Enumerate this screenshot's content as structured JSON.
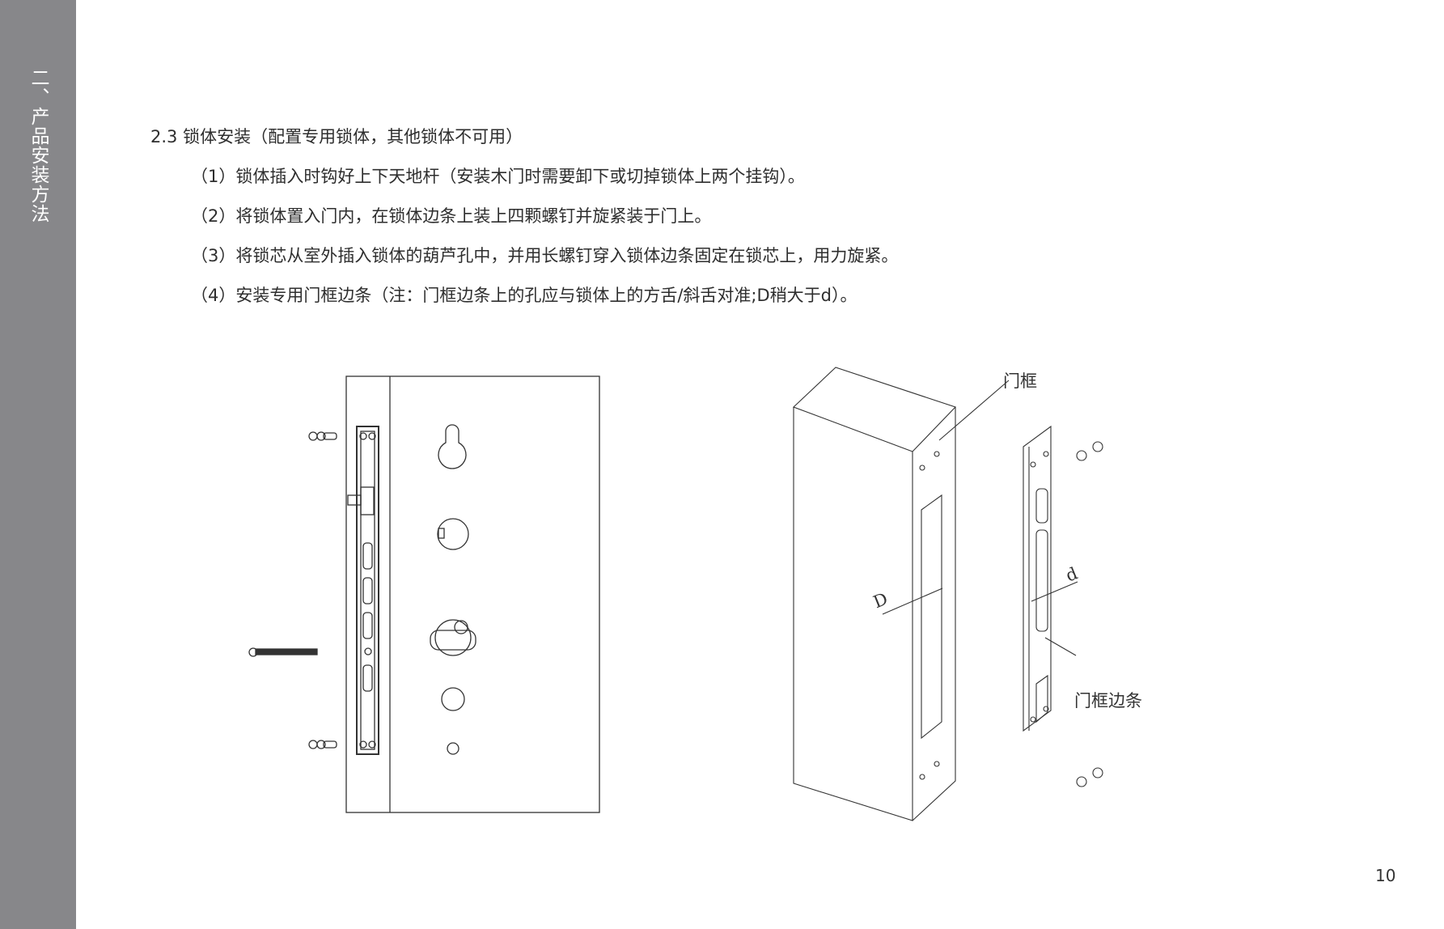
{
  "sidebar": {
    "title": "二、产品安装方法"
  },
  "section": {
    "heading": "2.3 锁体安装（配置专用锁体，其他锁体不可用）",
    "steps": [
      "（1）锁体插入时钩好上下天地杆（安装木门时需要卸下或切掉锁体上两个挂钩）。",
      "（2）将锁体置入门内，在锁体边条上装上四颗螺钉并旋紧装于门上。",
      "（3）将锁芯从室外插入锁体的葫芦孔中，并用长螺钉穿入锁体边条固定在锁芯上，用力旋紧。",
      "（4）安装专用门框边条（注：门框边条上的孔应与锁体上的方舌/斜舌对准;D稍大于d）。"
    ]
  },
  "figure": {
    "frame_label": "门框",
    "strike_label": "门框边条",
    "dim_D": "D",
    "dim_d": "d"
  },
  "page_number": "10"
}
